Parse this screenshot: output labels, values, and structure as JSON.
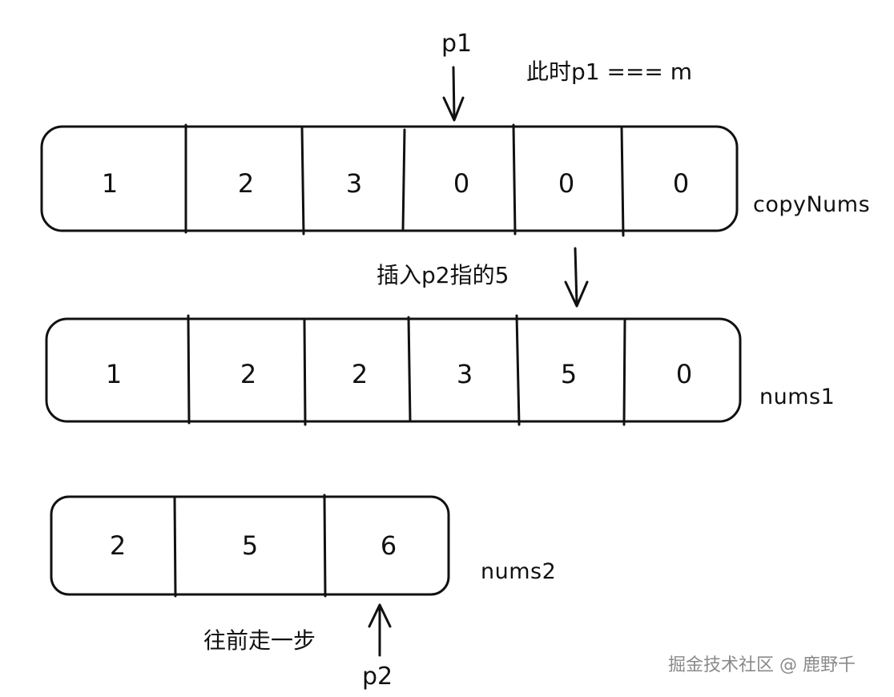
{
  "pointers": {
    "p1_label": "p1",
    "p2_label": "p2"
  },
  "notes": {
    "p1_condition": "此时p1 === m",
    "insert_note": "插入p2指的5",
    "advance_note": "往前走一步"
  },
  "arrays": {
    "copyNums": {
      "name": "copyNums",
      "values": [
        "1",
        "2",
        "3",
        "0",
        "0",
        "0"
      ]
    },
    "nums1": {
      "name": "nums1",
      "values": [
        "1",
        "2",
        "2",
        "3",
        "5",
        "0"
      ]
    },
    "nums2": {
      "name": "nums2",
      "values": [
        "2",
        "5",
        "6"
      ]
    }
  },
  "watermark": "掘金技术社区 @ 鹿野千",
  "colors": {
    "ink": "#111111",
    "watermark": "#8a8a8a"
  }
}
